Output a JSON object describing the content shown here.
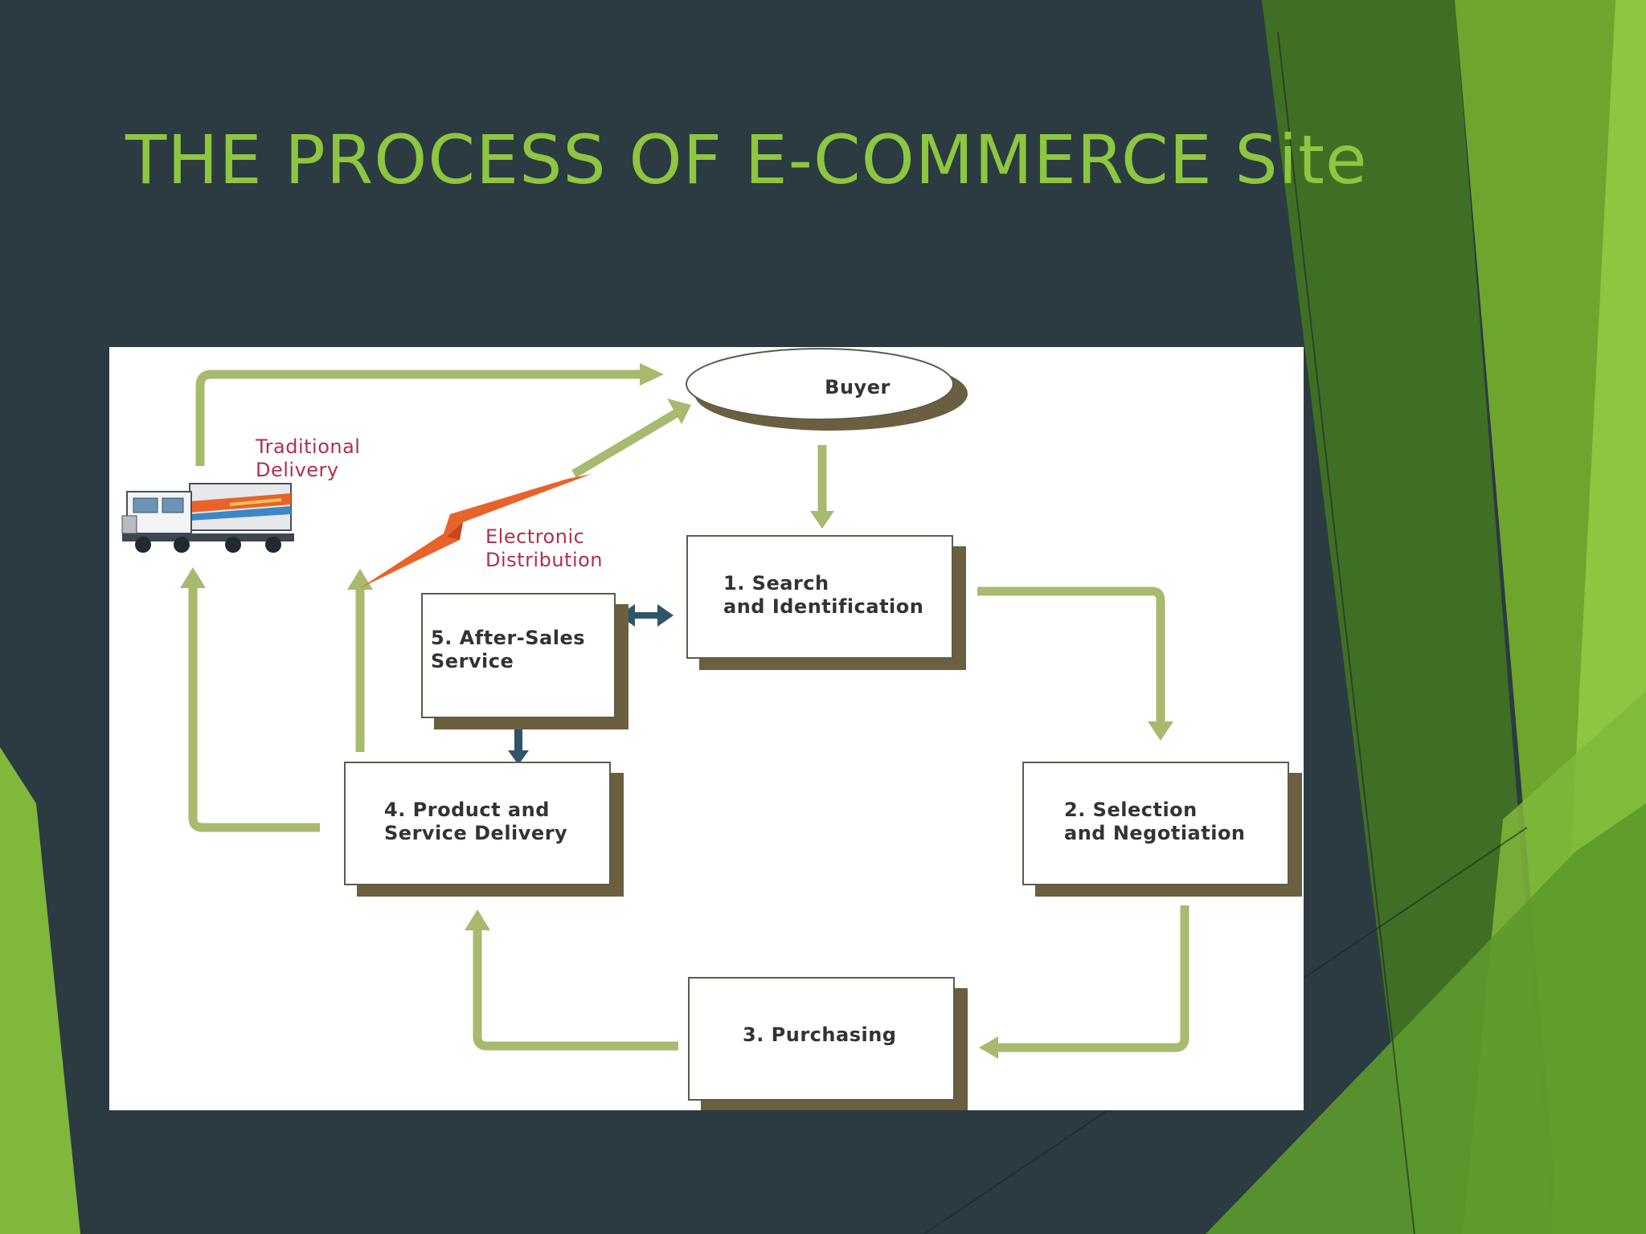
{
  "slide": {
    "title": "THE PROCESS OF E-COMMERCE Site",
    "colors": {
      "background": "#2c3a42",
      "accent": "#8dc63f",
      "arrow": "#a7ba6e",
      "shadow": "#6b5f40",
      "double_arrow": "#2f5566",
      "label_red": "#b0304a"
    }
  },
  "diagram": {
    "buyer": "Buyer",
    "steps": {
      "search": "1. Search\nand Identification",
      "selection": "2. Selection\nand Negotiation",
      "purchasing": "3. Purchasing",
      "delivery": "4. Product and\nService Delivery",
      "after_sales": "5. After-Sales\nService"
    },
    "labels": {
      "traditional": "Traditional\nDelivery",
      "electronic": "Electronic\nDistribution"
    },
    "icons": [
      "truck-icon",
      "lightning-icon"
    ]
  }
}
